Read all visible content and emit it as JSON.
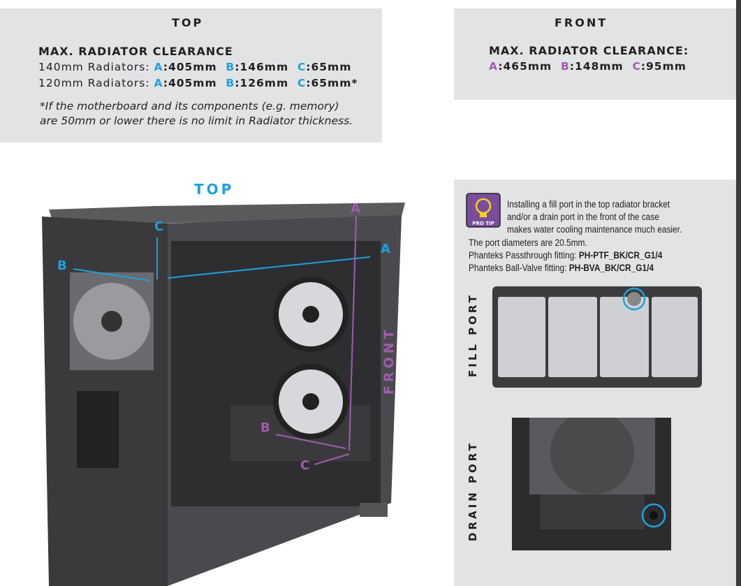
{
  "top_panel": {
    "heading": "TOP",
    "subheading": "MAX. RADIATOR CLEARANCE",
    "rows": [
      {
        "label": "140mm Radiators: ",
        "a_key": "A",
        "a_val": ":405mm",
        "b_key": "B",
        "b_val": ":146mm",
        "c_key": "C",
        "c_val": ":65mm"
      },
      {
        "label": "120mm Radiators: ",
        "a_key": "A",
        "a_val": ":405mm",
        "b_key": "B",
        "b_val": ":126mm",
        "c_key": "C",
        "c_val": ":65mm*"
      }
    ],
    "note_line1": "*If the motherboard and its components (e.g. memory)",
    "note_line2": "are 50mm or lower there is no limit in Radiator thickness."
  },
  "front_panel": {
    "heading": "FRONT",
    "subheading": "MAX. RADIATOR CLEARANCE:",
    "a_key": "A",
    "a_val": ":465mm",
    "b_key": "B",
    "b_val": ":148mm",
    "c_key": "C",
    "c_val": ":95mm"
  },
  "diagram": {
    "top_label": "TOP",
    "front_label": "FRONT",
    "top_markers": {
      "a": "A",
      "b": "B",
      "c": "C"
    },
    "front_markers": {
      "a": "A",
      "b": "B",
      "c": "C"
    }
  },
  "pro_tip": {
    "badge": "PRO TIP",
    "line1": "Installing a fill port in the top radiator bracket",
    "line2": "and/or a drain port in the front of the case",
    "line3": "makes water cooling maintenance much easier.",
    "line4": "The port diameters are 20.5mm.",
    "passthrough_label": "Phanteks Passthrough fitting: ",
    "passthrough_part": "PH-PTF_BK/CR_G1/4",
    "ballvalve_label": "Phanteks Ball-Valve fitting: ",
    "ballvalve_part": "PH-BVA_BK/CR_G1/4"
  },
  "fill_port_label": "FILL PORT",
  "drain_port_label": "DRAIN PORT",
  "colors": {
    "top_accent": "#1ea1db",
    "front_accent": "#a05cae",
    "panel_bg": "#e2e3e4"
  }
}
